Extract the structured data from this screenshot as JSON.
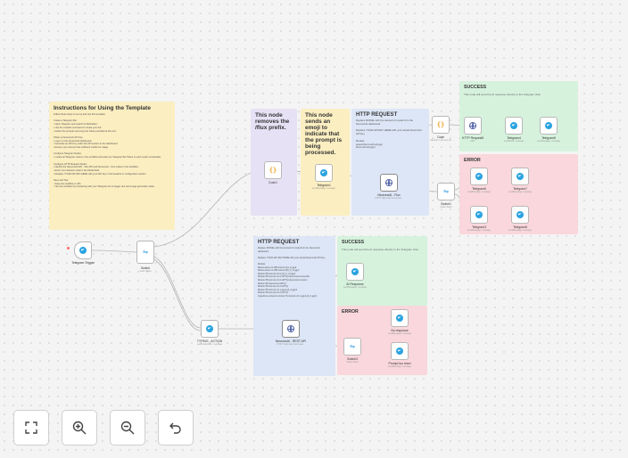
{
  "instructions_note": {
    "title": "Instructions for Using the Template",
    "body": "Follow these steps to set up and use this template:\n\nCreate a Telegram Bot\n• Open Telegram and search for BotFather.\n• Use the /newbot command to create your bot.\n• Follow the prompts and copy the Token provided at the end.\n\nObtain a NeuronsAI API Key\n• Log in to the NeuronsAI Dashboard.\n• Generate an API Key under the API section in the dashboard.\n• Ensure your account has sufficient credits for usage.\n\nConfigure Telegram Nodes\n• Locate all Telegram nodes in the workflow and add your Telegram Bot Token to each node's credentials.\n\nConfigure HTTP Request Nodes\n• Identify the NeuronsAI API - Text API and NeuronsAI - Flux nodes in the workflow.\n• Enter your desired model in the Model field.\n• Replace YOUR-API-KEY-HERE with your API key in the headers or configuration section.\n\nSave and Test\n• Save the workflow in n8n.\n• Test the workflow by interacting with your Telegram bot to trigger text and image generation tasks."
  },
  "flux_prefix_note": {
    "title": "This node removes the /flux prefix."
  },
  "emoji_note": {
    "title": "This node sends an emoji to indicate that the prompt is being processed."
  },
  "http_flux_note": {
    "title": "HTTP REQUEST",
    "body": "Replace MODEL with the desired AI model from the NeuronsAI dashboard.\n\nReplace YOUR-API-KEY-HERE with your actual NeuronsAI API key.\n\nModels:\naspect/flux1-schnell-jpg/\nflux/l-schnell-jpg/l"
  },
  "success_top": {
    "title": "SUCCESS",
    "subtitle": "This node will send the AI response directly to the Telegram chat."
  },
  "error_top": {
    "title": "ERROR"
  },
  "http_text_note": {
    "title": "HTTP REQUEST",
    "body": "Replace MODEL with the desired AI model from the NeuronsAI dashboard.\n\nReplace YOUR-API-KEY-HERE with your actual NeuronsAI API key.\n\nModels:\nMeta-Llama-3.1-8B-Instruct-Q4_K.gguf\nMeta-Llama-3.1-8B-Instruct-Q5_K_S.gguf\nMistral-7B-Instruct-v0.2-Q4_K_M.gguf\nMistral-7B-Instruct-v0.2-GPTQ-NeuronsAI-ensemble\nMistral-7B-Instruct-v0.2-GPTQ-NeuronsAI-custom\nMistral-7B-OpenOrca-GPTQ\nMistral-7B-Instruct-v0.2-GPTQ\nMistral-7B-Instruct-v0.1-gguf-q4_0.ggml\nMistral-7B-Instruct-v0.2-GPTQ\nIngredient-extractor-mistral-7b-instruct-v0.1-gguf-q4_0.ggml"
  },
  "success_bottom": {
    "title": "SUCCESS",
    "subtitle": "This node will send the AI response directly to the Telegram chat."
  },
  "error_bottom": {
    "title": "ERROR"
  },
  "nodes": {
    "telegram_trigger": {
      "label": "Telegram Trigger",
      "sub": ""
    },
    "switch_main": {
      "label": "Switch",
      "sub": "mode: Rules"
    },
    "typing_action": {
      "label": "TYPING - ACTION",
      "sub": "sendChatAction: message"
    },
    "code1": {
      "label": "Code1",
      "sub": ""
    },
    "telegram1": {
      "label": "Telegram1",
      "sub": "sendMessage: message"
    },
    "neurons_flux": {
      "label": "NeuronsAI - Flux",
      "sub": "POST: https://api.neuronsai..."
    },
    "code": {
      "label": "Code",
      "sub": "transform: get item list"
    },
    "switch1": {
      "label": "Switch1",
      "sub": "mode: Rules"
    },
    "http_request5": {
      "label": "HTTP Request5",
      "sub": "GET"
    },
    "telegram4_ok": {
      "label": "Telegram4",
      "sub": "sendPhoto: message"
    },
    "telegram5_ok": {
      "label": "Telegram5",
      "sub": "sendMessage: message"
    },
    "telegram6": {
      "label": "Telegram6",
      "sub": "sendMessage: message"
    },
    "telegram7": {
      "label": "Telegram7",
      "sub": "sendMessage: message"
    },
    "telegram3": {
      "label": "Telegram3",
      "sub": "sendMessage: message"
    },
    "telegram8": {
      "label": "Telegram8",
      "sub": "sendMessage: message"
    },
    "neurons_text": {
      "label": "NeuronsAI - REST API",
      "sub": "POST: https://api.neuronsai..."
    },
    "ai_response": {
      "label": "AI Response",
      "sub": "sendMessage: message"
    },
    "switch3": {
      "label": "Switch3",
      "sub": "mode: Rules"
    },
    "no_response": {
      "label": "No response",
      "sub": "sendMessage: message"
    },
    "prompt_to_short": {
      "label": "Prompt too short",
      "sub": "sendMessage: message"
    }
  },
  "controls": {
    "fit_view": "fit-view-icon",
    "zoom_in": "zoom-in-icon",
    "zoom_out": "zoom-out-icon",
    "undo": "undo-icon"
  },
  "colors": {
    "telegram": "#2aa3e0",
    "code": "#f0a020",
    "trigger_dot": "#ff6b6b",
    "edge": "#b5b5b5"
  }
}
